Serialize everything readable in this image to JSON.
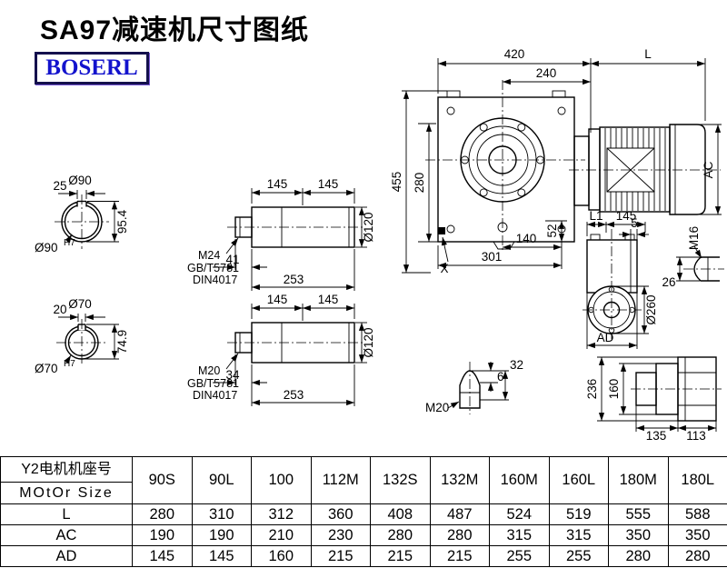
{
  "title": "SA97减速机尺寸图纸",
  "logo": "BOSERL",
  "main_view": {
    "dim_420": "420",
    "dim_L": "L",
    "dim_240": "240",
    "dim_455": "455",
    "dim_280": "280",
    "dim_AC": "AC",
    "dim_52": "52",
    "dim_140": "140",
    "dim_301": "301",
    "label_X": "X"
  },
  "shaft_end_top": {
    "dia_label": "Ø90",
    "key_width": "25",
    "overall": "95.4",
    "bore": "Ø90",
    "tol": "H7"
  },
  "shaft_end_bottom": {
    "dia_label": "Ø70",
    "key_width": "20",
    "overall": "74.9",
    "bore": "Ø70",
    "tol": "H7"
  },
  "shaft_section_top": {
    "len_a": "145",
    "len_b": "145",
    "dia": "Ø120",
    "thread": "M24",
    "std1": "GB/T5781",
    "std2": "DIN4017",
    "stub_len": "41",
    "total_len": "253"
  },
  "shaft_section_bottom": {
    "len_a": "145",
    "len_b": "145",
    "dia": "Ø120",
    "thread": "M20",
    "std1": "GB/T5781",
    "std2": "DIN4017",
    "stub_len": "34",
    "total_len": "253"
  },
  "side_view": {
    "dim_L1": "L1",
    "dim_145": "145",
    "dim_5": "5",
    "thread": "M16",
    "flange_dia": "Ø260",
    "dim_26": "26",
    "dim_AD": "AD"
  },
  "rear_view": {
    "dim_236": "236",
    "dim_160": "160",
    "dim_135": "135",
    "dim_113": "113"
  },
  "thread_detail": {
    "thread": "M20",
    "dim_6": "6",
    "dim_32": "32"
  },
  "table": {
    "row_header": {
      "line1": "Y2电机机座号",
      "line2": "MOtOr Size"
    },
    "columns": [
      "90S",
      "90L",
      "100",
      "112M",
      "132S",
      "132M",
      "160M",
      "160L",
      "180M",
      "180L"
    ],
    "rows": [
      {
        "label": "L",
        "values": [
          "280",
          "310",
          "312",
          "360",
          "408",
          "487",
          "524",
          "519",
          "555",
          "588"
        ]
      },
      {
        "label": "AC",
        "values": [
          "190",
          "190",
          "210",
          "230",
          "280",
          "280",
          "315",
          "315",
          "350",
          "350"
        ]
      },
      {
        "label": "AD",
        "values": [
          "145",
          "145",
          "160",
          "215",
          "215",
          "215",
          "255",
          "255",
          "280",
          "280"
        ]
      }
    ]
  }
}
